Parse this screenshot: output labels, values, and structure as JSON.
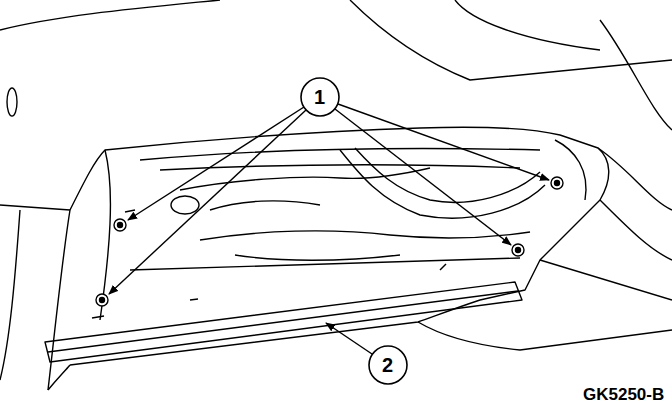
{
  "diagram": {
    "labels": [
      "1",
      "2",
      "GK5250-B"
    ]
  }
}
